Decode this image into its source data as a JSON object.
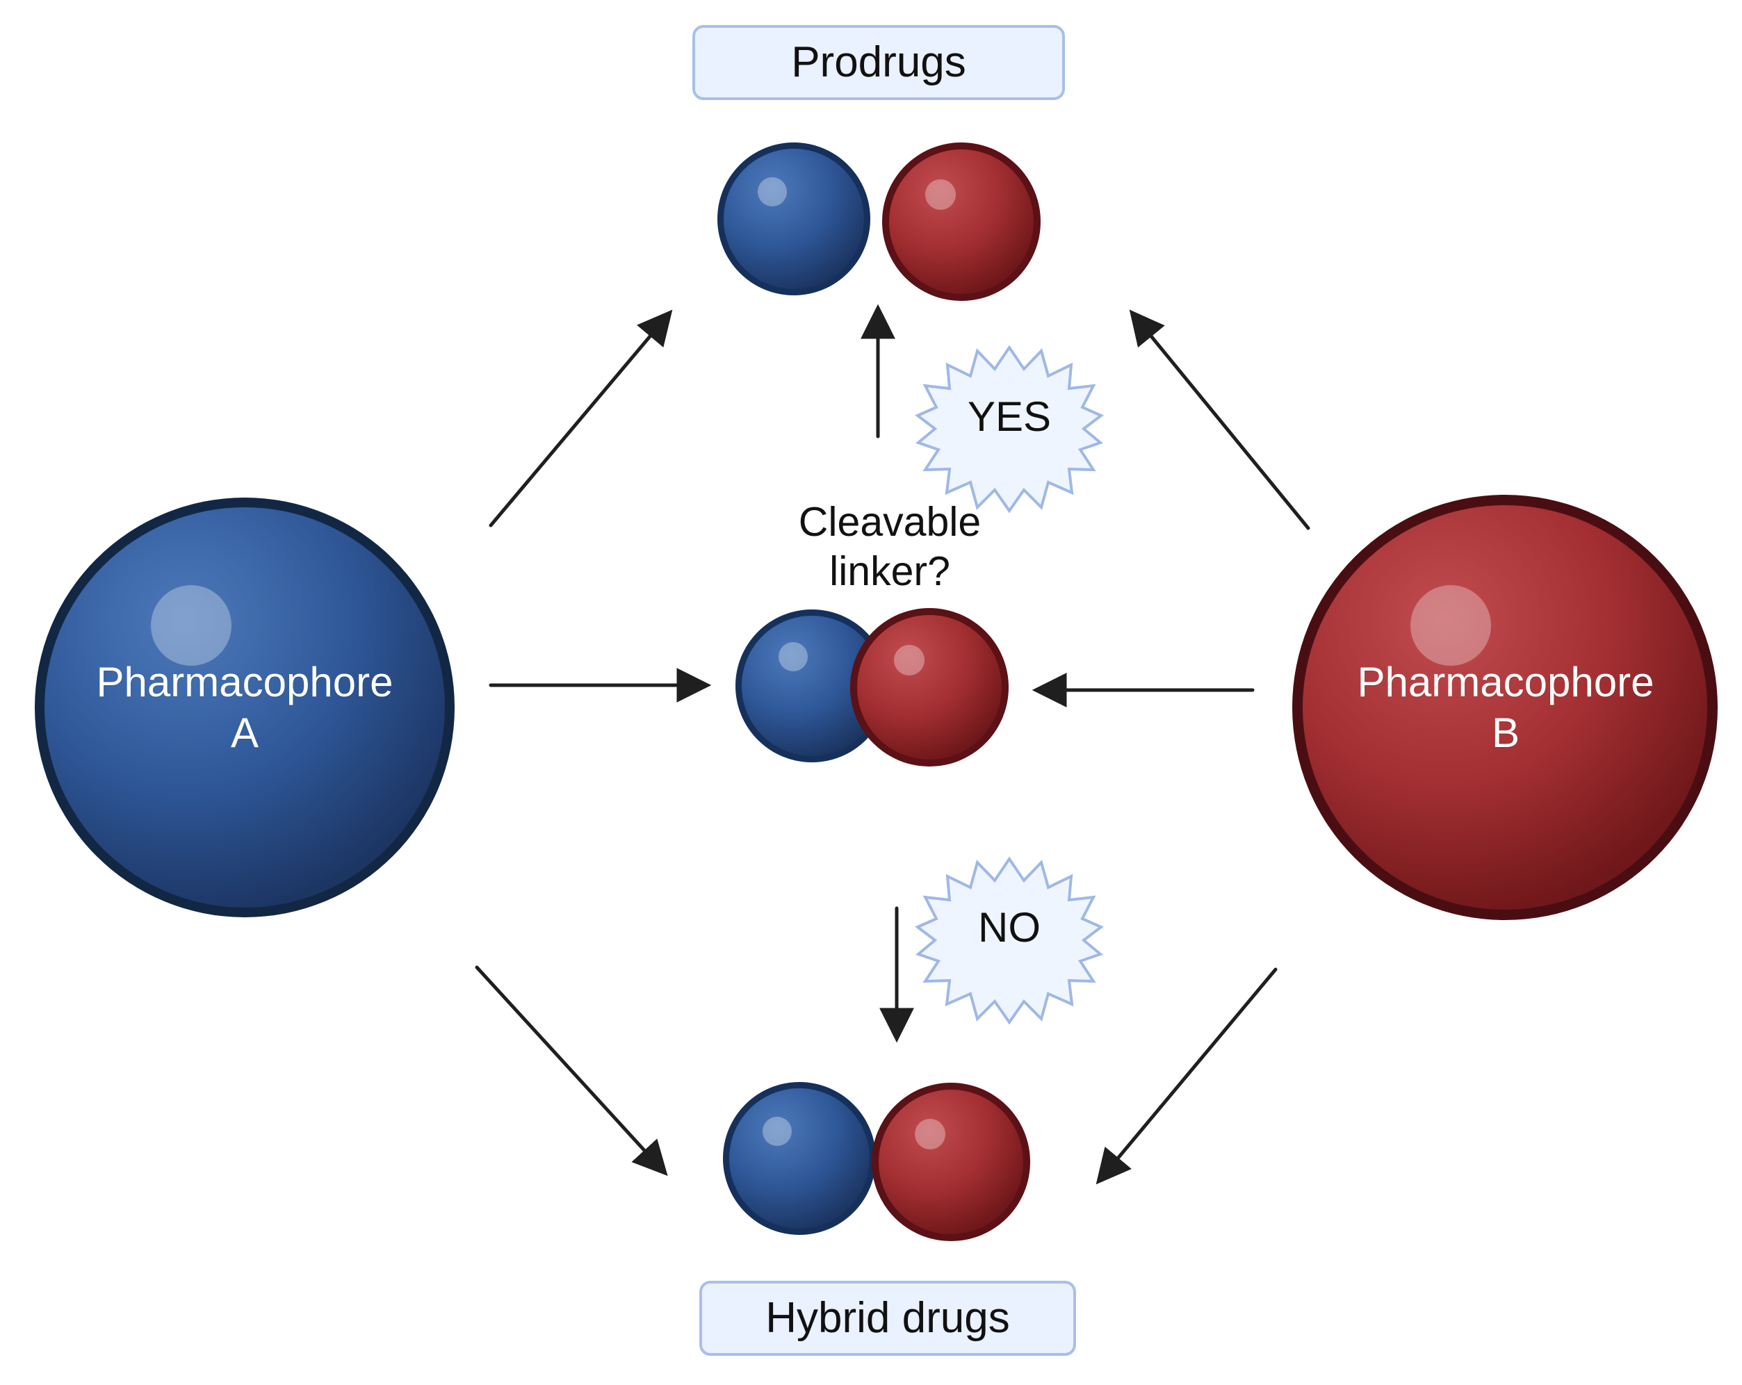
{
  "labels": {
    "top": "Prodrugs",
    "bottom": "Hybrid drugs",
    "center_line1": "Cleavable",
    "center_line2": "linker?",
    "yes": "YES",
    "no": "NO",
    "left_line1": "Pharmacophore",
    "left_line2": "A",
    "right_line1": "Pharmacophore",
    "right_line2": "B"
  },
  "colors": {
    "blue": "#2f5899",
    "blue_dark": "#1e3d6e",
    "red": "#a32f32",
    "red_dark": "#7f1d21",
    "box_fill": "#eaf1ff",
    "box_border": "#a7c0e8",
    "burst_fill": "#eef5ff",
    "burst_border": "#9fb8e6",
    "arrow": "#1f1f1f"
  }
}
